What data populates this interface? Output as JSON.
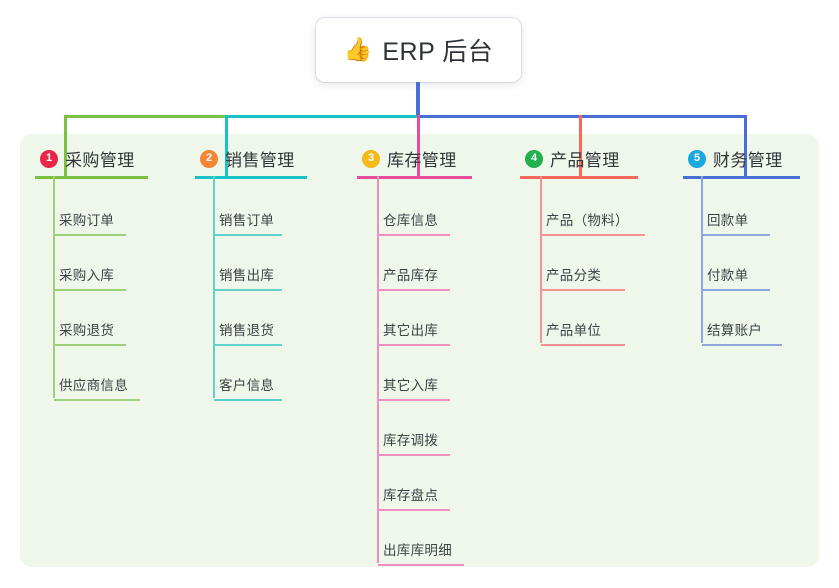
{
  "root": {
    "icon": "thumbs-up-icon",
    "icon_glyph": "👍",
    "label": "ERP 后台"
  },
  "panel": {
    "background": "#eef7e9"
  },
  "colors": {
    "branch_1": "#7ac143",
    "branch_2": "#18c3c3",
    "branch_3": "#e84c9a",
    "branch_4": "#f8685c",
    "branch_5": "#4a6fd4",
    "badge_1": "#e8264b",
    "badge_2": "#f58634",
    "badge_3": "#f5b91a",
    "badge_4": "#22b14c",
    "badge_5": "#1aa8e0",
    "leaf_rule_1": "#9ecf7a",
    "leaf_rule_2": "#63cfc9",
    "leaf_rule_3": "#ef8fc0",
    "leaf_rule_4": "#f4938f",
    "leaf_rule_5": "#8fa6dd",
    "root_box": "#ffffff",
    "text": "#31363b"
  },
  "columns": [
    {
      "index": "1",
      "title": "采购管理",
      "items": [
        "采购订单",
        "采购入库",
        "采购退货",
        "供应商信息"
      ]
    },
    {
      "index": "2",
      "title": "销售管理",
      "items": [
        "销售订单",
        "销售出库",
        "销售退货",
        "客户信息"
      ]
    },
    {
      "index": "3",
      "title": "库存管理",
      "items": [
        "仓库信息",
        "产品库存",
        "其它出库",
        "其它入库",
        "库存调拨",
        "库存盘点",
        "出库库明细"
      ]
    },
    {
      "index": "4",
      "title": "产品管理",
      "items": [
        "产品（物料）",
        "产品分类",
        "产品单位"
      ]
    },
    {
      "index": "5",
      "title": "财务管理",
      "items": [
        "回款单",
        "付款单",
        "结算账户"
      ]
    }
  ]
}
